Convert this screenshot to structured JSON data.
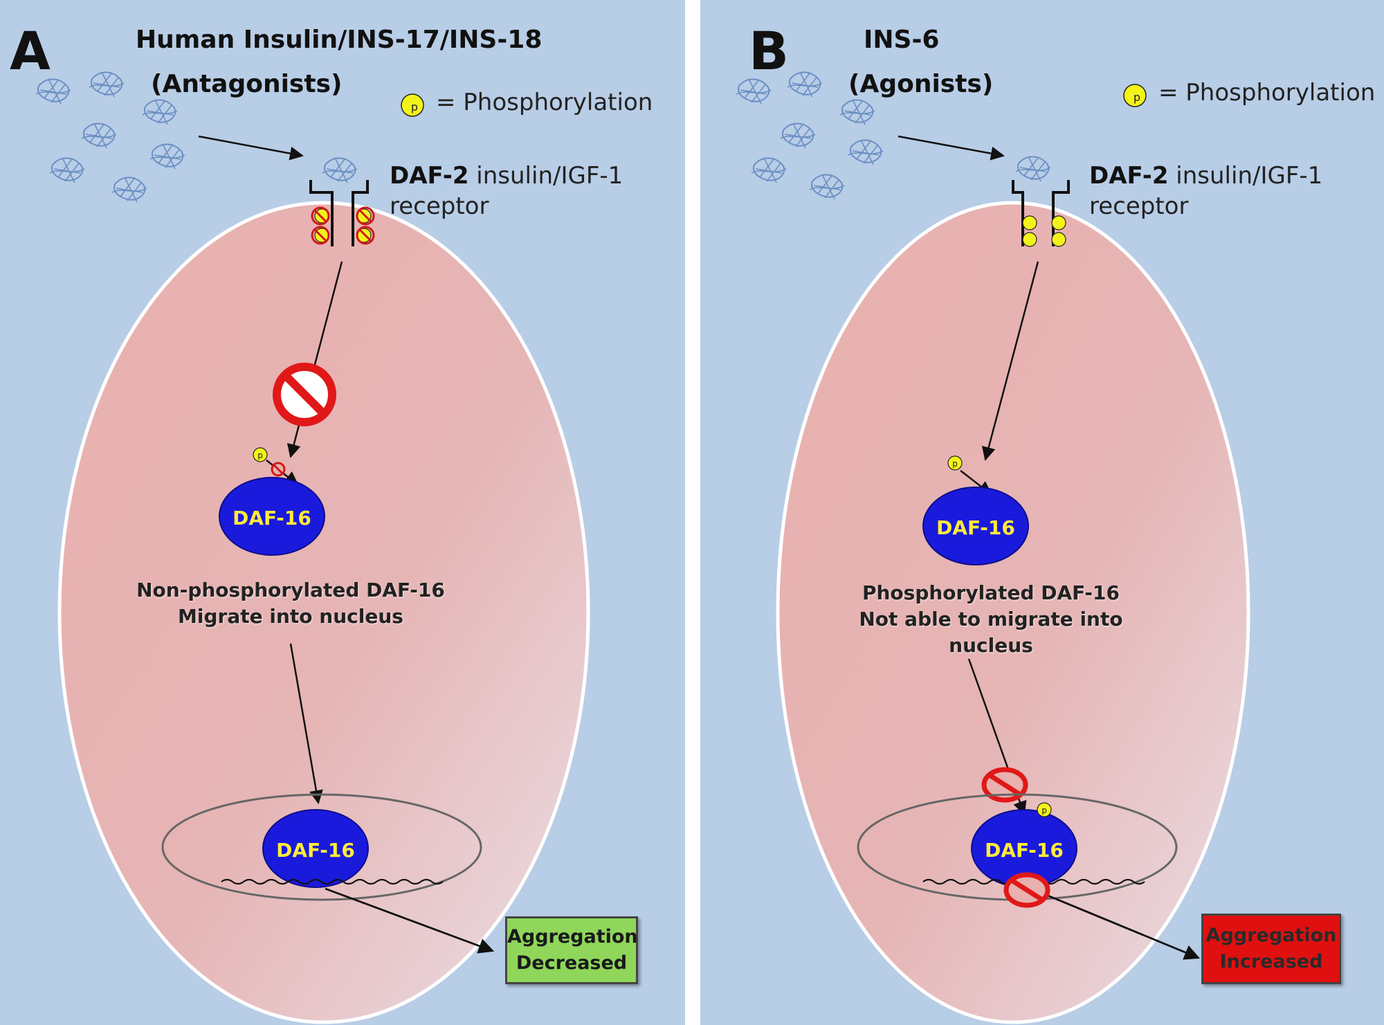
{
  "panels": [
    {
      "letter": "A",
      "title": "Human Insulin/INS-17/INS-18",
      "subtitle": "(Antagonists)",
      "legend_symbol": "p",
      "legend_text": "= Phosphorylation",
      "receptor_bold": "DAF-2",
      "receptor_rest": "insulin/IGF-1",
      "receptor_line2": "receptor",
      "protein_top": "DAF-16",
      "protein_nucleus": "DAF-16",
      "desc_line1": "Non-phosphorylated DAF-16",
      "desc_line2": "Migrate into nucleus",
      "desc_line3": "",
      "outcome_line1": "Aggregation",
      "outcome_line2": "Decreased",
      "outcome_color": "#8fd65a"
    },
    {
      "letter": "B",
      "title": "INS-6",
      "subtitle": "(Agonists)",
      "legend_symbol": "p",
      "legend_text": "= Phosphorylation",
      "receptor_bold": "DAF-2",
      "receptor_rest": "insulin/IGF-1",
      "receptor_line2": "receptor",
      "protein_top": "DAF-16",
      "protein_nucleus": "DAF-16",
      "desc_line1": "Phosphorylated DAF-16",
      "desc_line2": "Not able to migrate into",
      "desc_line3": "nucleus",
      "outcome_line1": "Aggregation",
      "outcome_line2": "Increased",
      "outcome_color": "#e01010"
    }
  ],
  "colors": {
    "background": "#b8cde6",
    "cell_fill": "#e6b3b3",
    "protein_fill": "#1a1adc",
    "protein_text": "#ffeb3b",
    "phospho_fill": "#f3f31a",
    "inhibit_red": "#e01818"
  },
  "icons": [
    "ligand-icon",
    "phosphate-icon",
    "inhibit-icon",
    "arrow-icon",
    "dna-icon"
  ]
}
